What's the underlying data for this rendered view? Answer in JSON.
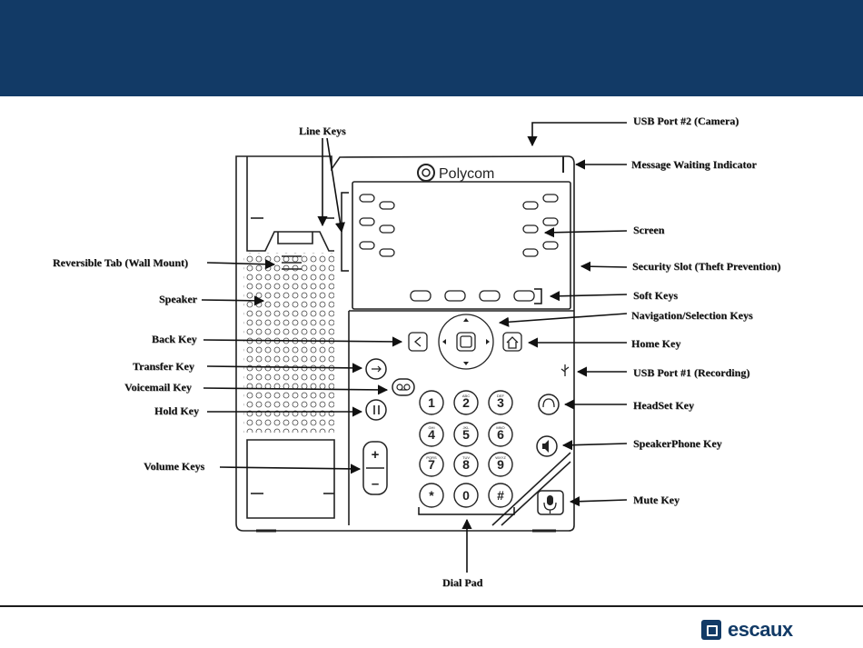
{
  "labels": {
    "usb2": "USB Port #2 (Camera)",
    "line_keys": "Line Keys",
    "mwi": "Message Waiting Indicator",
    "screen": "Screen",
    "rev_tab": "Reversible Tab (Wall Mount)",
    "security": "Security Slot (Theft Prevention)",
    "speaker": "Speaker",
    "soft_keys": "Soft Keys",
    "nav": "Navigation/Selection Keys",
    "back": "Back Key",
    "home": "Home Key",
    "transfer": "Transfer Key",
    "usb1": "USB Port #1 (Recording)",
    "voicemail": "Voicemail Key",
    "headset": "HeadSet Key",
    "hold": "Hold Key",
    "speakerphone": "SpeakerPhone Key",
    "volume": "Volume Keys",
    "mute": "Mute Key",
    "dialpad": "Dial Pad"
  },
  "brand": {
    "phone_logo": "Polycom",
    "footer_logo": "escaux"
  },
  "dial_keys": [
    {
      "digit": "1",
      "sub": ""
    },
    {
      "digit": "2",
      "sub": "ABC"
    },
    {
      "digit": "3",
      "sub": "DEF"
    },
    {
      "digit": "4",
      "sub": "GHI"
    },
    {
      "digit": "5",
      "sub": "JKL"
    },
    {
      "digit": "6",
      "sub": "MNO"
    },
    {
      "digit": "7",
      "sub": "PQRS"
    },
    {
      "digit": "8",
      "sub": "TUV"
    },
    {
      "digit": "9",
      "sub": "WXYZ"
    },
    {
      "digit": "*",
      "sub": ""
    },
    {
      "digit": "0",
      "sub": ""
    },
    {
      "digit": "#",
      "sub": ""
    }
  ],
  "volume": {
    "plus": "+",
    "minus": "–"
  },
  "colors": {
    "banner": "#123a66",
    "ink": "#222222"
  }
}
